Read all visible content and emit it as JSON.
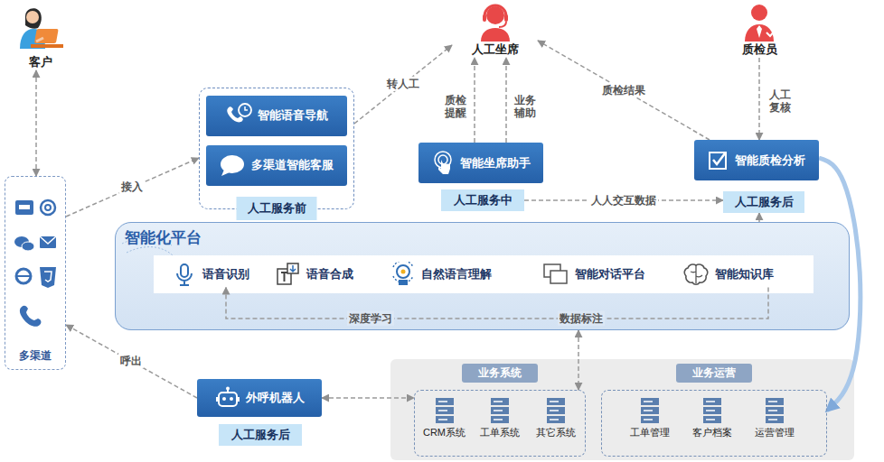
{
  "diagram": {
    "nodes": [
      {
        "text": [
          "客户"
        ]
      },
      {
        "text": [
          "人工坐席"
        ]
      },
      {
        "text": [
          "质检员"
        ]
      },
      {
        "text": [
          "多渠道"
        ]
      },
      {
        "text": [
          "人工服务前"
        ]
      },
      {
        "text": [
          "智能语音导航"
        ],
        "in": 4
      },
      {
        "text": [
          "多渠道智能客服"
        ],
        "in": 4
      },
      {
        "text": [
          "智能坐席助手"
        ]
      },
      {
        "text": [
          "人工服务中"
        ]
      },
      {
        "text": [
          "智能质检分析"
        ]
      },
      {
        "text": [
          "人工服务后"
        ]
      },
      {
        "text": [
          "智能化平台"
        ]
      },
      {
        "text": [
          "语音识别"
        ],
        "in": 11
      },
      {
        "text": [
          "语音合成"
        ],
        "in": 11
      },
      {
        "text": [
          "自然语言理解"
        ],
        "in": 11
      },
      {
        "text": [
          "智能对话平台"
        ],
        "in": 11
      },
      {
        "text": [
          "智能知识库"
        ],
        "in": 11
      },
      {
        "text": [
          "外呼机器人"
        ]
      },
      {
        "text": [
          "人工服务后"
        ]
      },
      {
        "text": [
          "业务系统"
        ]
      },
      {
        "text": [
          "CRM系统"
        ],
        "in": 19
      },
      {
        "text": [
          "工单系统"
        ],
        "in": 19
      },
      {
        "text": [
          "其它系统"
        ],
        "in": 19
      },
      {
        "text": [
          "业务运营"
        ]
      },
      {
        "text": [
          "工单管理"
        ],
        "in": 23
      },
      {
        "text": [
          "客户档案"
        ],
        "in": 23
      },
      {
        "text": [
          "运营管理"
        ],
        "in": 23
      }
    ],
    "edges": [
      {
        "from": 0,
        "to": 3,
        "arrow": "both"
      },
      {
        "from": 3,
        "to": 4,
        "label": "接入",
        "arrow": "to"
      },
      {
        "from": 4,
        "to": 1,
        "label": "转人工",
        "arrow": "to"
      },
      {
        "from": 7,
        "to": 1,
        "label": "质检提醒",
        "arrow": "to"
      },
      {
        "from": 7,
        "to": 1,
        "label": "业务辅助",
        "arrow": "to"
      },
      {
        "from": 9,
        "to": 1,
        "label": "质检结果",
        "arrow": "to"
      },
      {
        "from": 2,
        "to": 9,
        "label": "人工复核",
        "arrow": "to"
      },
      {
        "from": 8,
        "to": 10,
        "label": "人人交互数据",
        "arrow": "to"
      },
      {
        "from": 11,
        "to": 10,
        "arrow": "to"
      },
      {
        "from": 9,
        "to": 23,
        "arrow": "to"
      },
      {
        "from": 16,
        "to": 12,
        "label": "数据标注",
        "arrow": "to"
      },
      {
        "from": 11,
        "to": 19,
        "arrow": "both"
      },
      {
        "from": 17,
        "to": 19,
        "arrow": "both"
      },
      {
        "from": 17,
        "to": 3,
        "label": "呼出",
        "arrow": "to"
      }
    ],
    "labels": [
      "深度学习"
    ]
  }
}
